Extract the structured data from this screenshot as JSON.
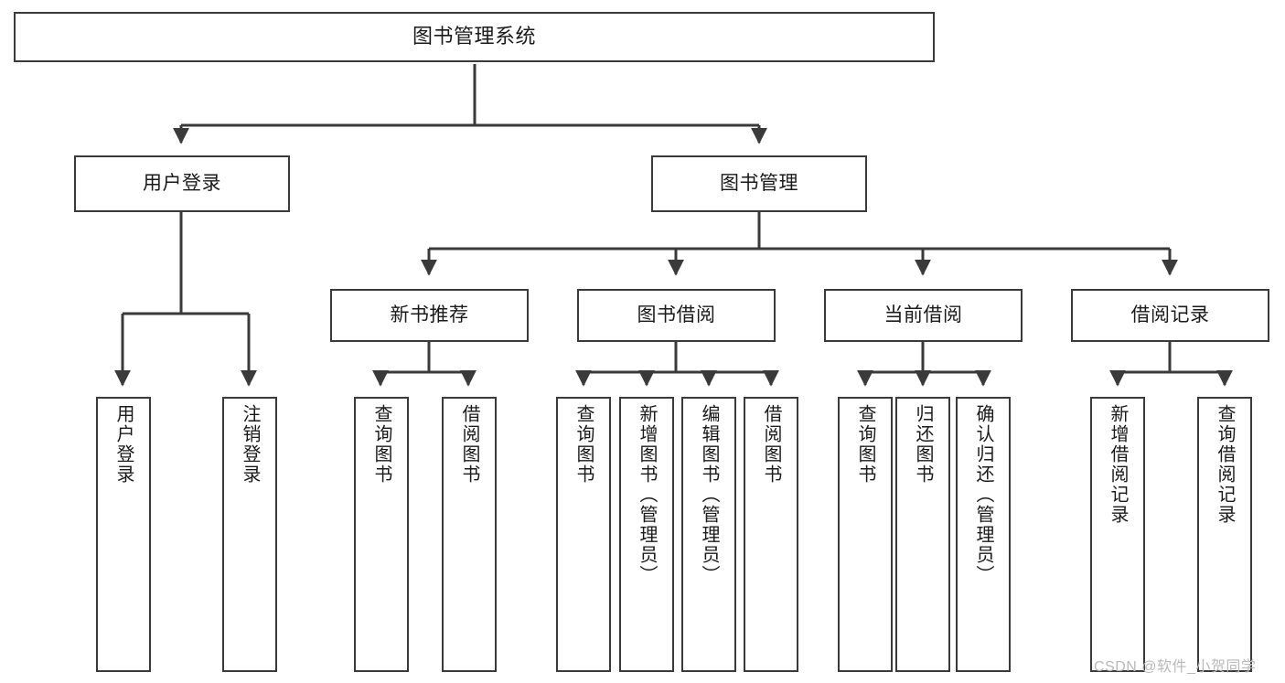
{
  "diagram": {
    "type": "tree-hierarchy",
    "title": "图书管理系统",
    "orientation": "top-down",
    "watermark": "CSDN @软件_小贺同学",
    "colors": {
      "background": "#ffffff",
      "node_border": "#3a3a3a",
      "node_fill": "#ffffff",
      "connector": "#3a3a3a",
      "text": "#1a1a1a",
      "watermark": "#b9b9b9"
    },
    "nodes": {
      "root": {
        "label": "图书管理系统"
      },
      "level2": [
        {
          "label": "用户登录"
        },
        {
          "label": "图书管理"
        }
      ],
      "level3": [
        {
          "label": "新书推荐"
        },
        {
          "label": "图书借阅"
        },
        {
          "label": "当前借阅"
        },
        {
          "label": "借阅记录"
        }
      ],
      "leaves": {
        "user_login": [
          {
            "label": "用户登录"
          },
          {
            "label": "注销登录"
          }
        ],
        "new_book_recommend": [
          {
            "label": "查询图书"
          },
          {
            "label": "借阅图书"
          }
        ],
        "book_borrow": [
          {
            "label": "查询图书"
          },
          {
            "label": "新增图书（管理员）"
          },
          {
            "label": "编辑图书（管理员）"
          },
          {
            "label": "借阅图书"
          }
        ],
        "current_borrow": [
          {
            "label": "查询图书"
          },
          {
            "label": "归还图书"
          },
          {
            "label": "确认归还（管理员）"
          }
        ],
        "borrow_record": [
          {
            "label": "新增借阅记录"
          },
          {
            "label": "查询借阅记录"
          }
        ]
      }
    }
  }
}
